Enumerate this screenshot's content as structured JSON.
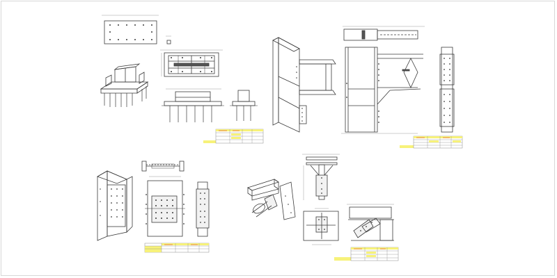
{
  "sheet": {
    "background": "#ffffff",
    "line_color": "#3a3a3a",
    "thin_line_color": "#8a8a8a",
    "table_highlight": "#f7f27a",
    "table_accent": "#e04040"
  },
  "drawings": [
    {
      "id": "d1",
      "label": "column-base-plate-assembly"
    },
    {
      "id": "d2",
      "label": "beam-to-column-moment-connection"
    },
    {
      "id": "d3",
      "label": "column-splice-connection"
    },
    {
      "id": "d4",
      "label": "brace-gusset-connection"
    }
  ],
  "icons": [
    "base-plate-icon",
    "anchor-bolt-icon",
    "gusset-plate-icon",
    "bill-of-materials-icon"
  ]
}
